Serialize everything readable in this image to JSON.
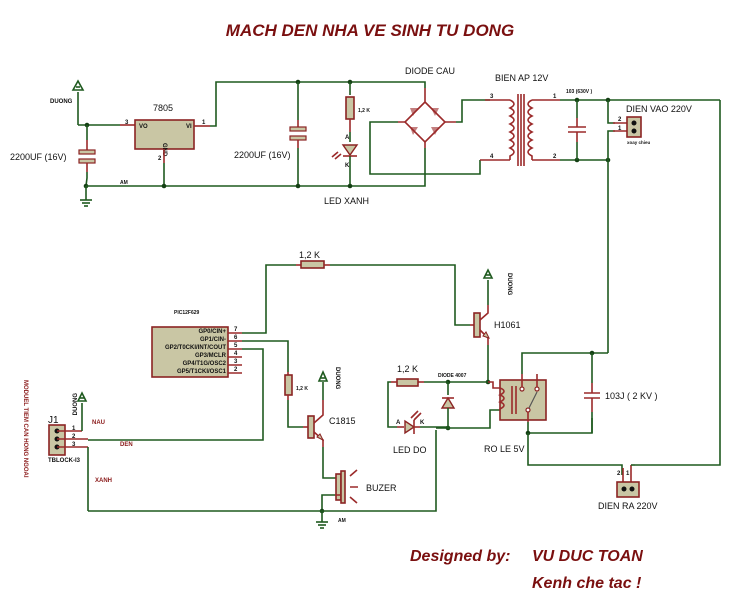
{
  "title": "MACH  DEN NHA VE SINH TU DONG",
  "credits": {
    "designed_by_label": "Designed by:",
    "designer": "VU DUC TOAN",
    "channel": "Kenh che tac !"
  },
  "colors": {
    "wire": "#1f5a1f",
    "pin": "#9b2a2a",
    "body": "#c9c6a4",
    "title": "#7a0f0f"
  },
  "power_supply": {
    "regulator": {
      "name": "7805",
      "pin_vo": "VO",
      "pin_vi": "VI",
      "pin_gnd": "GND",
      "pin_num_out": "3",
      "pin_num_in": "1",
      "pin_num_gnd": "2"
    },
    "output_cap": "2200UF (16V)",
    "input_cap": "2200UF (16V)",
    "vcc_label": "DUONG",
    "gnd_label": "AM",
    "led_resistor": "1,2 K",
    "led": "LED XANH",
    "led_anode": "A",
    "led_cathode": "K",
    "bridge": "DIODE CAU",
    "transformer": {
      "name": "BIEN AP 12V",
      "pins": [
        "3",
        "4",
        "1",
        "2"
      ]
    },
    "filter_cap": "103  (630V )",
    "ac_input": {
      "name": "DIEN VAO 220V",
      "subtitle": "xoay chieu",
      "pins": [
        "2",
        "1"
      ]
    }
  },
  "controller": {
    "mcu": {
      "name": "PIC12F629",
      "pins": [
        {
          "num": "7",
          "label": "GP0/CIN+"
        },
        {
          "num": "6",
          "label": "GP1/CIN-"
        },
        {
          "num": "5",
          "label": "GP2/T0CKI/INT/COUT"
        },
        {
          "num": "4",
          "label": "GP3/MCLR"
        },
        {
          "num": "3",
          "label": "GP4/T1G/OSC2"
        },
        {
          "num": "2",
          "label": "GP5/T1CKI/OSC1"
        }
      ]
    },
    "base_resistor_top": "1,2 K",
    "base_resistor_buzzer": "1,2 K",
    "transistor_buzzer": "C1815",
    "transistor_relay": "H1061",
    "buzzer": "BUZER",
    "vcc_label": "DUONG",
    "gnd_label": "AM",
    "led_resistor": "1,2 K",
    "flyback_diode": "DIODE 4007",
    "led": "LED DO",
    "led_anode": "A",
    "led_cathode": "K",
    "relay": "RO LE 5V",
    "snubber_cap": "103J   ( 2 KV )",
    "ac_output": {
      "name": "DIEN RA 220V",
      "pins": [
        "2",
        "1"
      ]
    }
  },
  "sensor": {
    "module_label": "MODUEL TIEM CAN HONG NGOAI",
    "connector": "J1",
    "connector_type": "TBLOCK-I3",
    "pins": [
      "1",
      "2",
      "3"
    ],
    "wires": [
      "NAU",
      "DEN",
      "XANH"
    ],
    "vcc_label": "DUONG"
  }
}
